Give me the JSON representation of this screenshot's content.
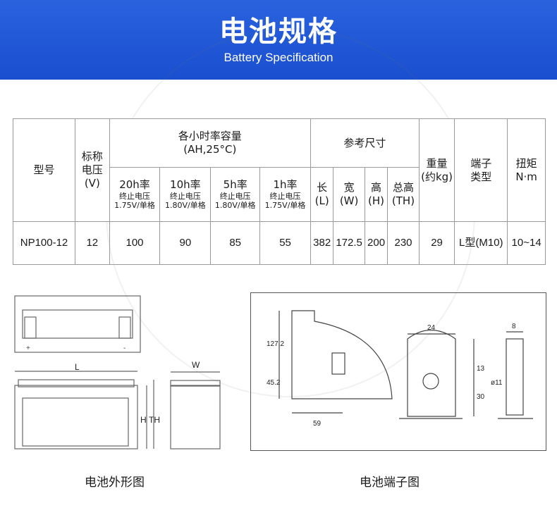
{
  "header": {
    "title": "电池规格",
    "subtitle": "Battery Specification"
  },
  "table": {
    "col_model": "型号",
    "col_voltage_1": "标称",
    "col_voltage_2": "电压",
    "col_voltage_unit": "(V)",
    "col_capacity_1": "各小时率容量",
    "col_capacity_2": "(AH,25°C)",
    "capacity_sub": [
      {
        "rate": "20h率",
        "l1": "终止电压",
        "l2": "1.75V/单格"
      },
      {
        "rate": "10h率",
        "l1": "终止电压",
        "l2": "1.80V/单格"
      },
      {
        "rate": "5h率",
        "l1": "终止电压",
        "l2": "1.80V/单格"
      },
      {
        "rate": "1h率",
        "l1": "终止电压",
        "l2": "1.75V/单格"
      }
    ],
    "col_dims": "参考尺寸",
    "dims_sub": [
      {
        "name": "长",
        "unit": "(L)"
      },
      {
        "name": "宽",
        "unit": "(W)"
      },
      {
        "name": "高",
        "unit": "(H)"
      },
      {
        "name": "总高",
        "unit": "(TH)"
      }
    ],
    "col_weight_1": "重量",
    "col_weight_2": "(约kg)",
    "col_terminal_1": "端子",
    "col_terminal_2": "类型",
    "col_torque_1": "扭矩",
    "col_torque_2": "N·m",
    "row": {
      "model": "NP100-12",
      "voltage": "12",
      "c20": "100",
      "c10": "90",
      "c5": "85",
      "c1": "55",
      "L": "382",
      "W": "172.5",
      "H": "200",
      "TH": "230",
      "weight": "29",
      "terminal": "L型(M10)",
      "torque": "10~14"
    }
  },
  "drawings": {
    "outline": {
      "L": "L",
      "W": "W",
      "H": "H",
      "TH": "TH"
    },
    "terminal": {
      "d1272": "127.2",
      "d452": "45.2",
      "d59": "59",
      "d24": "24",
      "d13": "13",
      "d30": "30",
      "d8": "8",
      "d11": "ø11"
    }
  },
  "captions": {
    "outline": "电池外形图",
    "terminal": "电池端子图"
  }
}
